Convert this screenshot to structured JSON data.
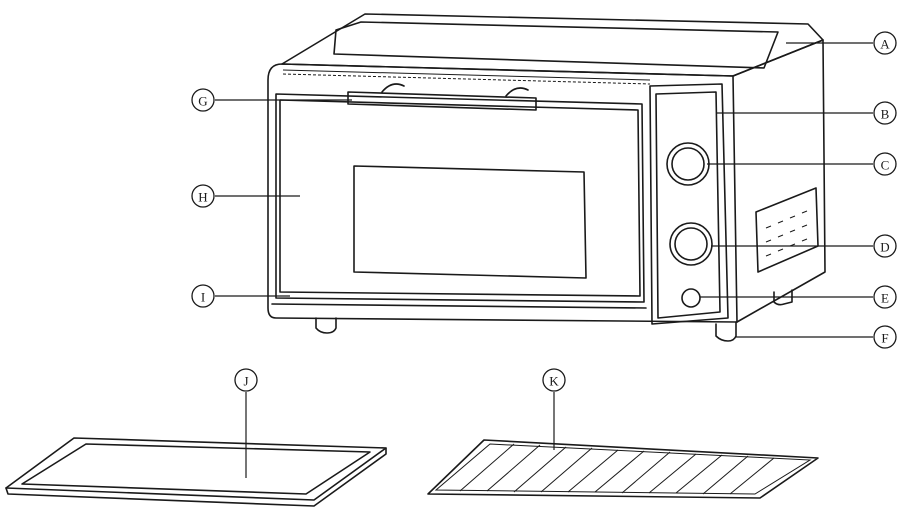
{
  "callouts": [
    {
      "id": "A",
      "letter": "A"
    },
    {
      "id": "B",
      "letter": "B"
    },
    {
      "id": "C",
      "letter": "C"
    },
    {
      "id": "D",
      "letter": "D"
    },
    {
      "id": "E",
      "letter": "E"
    },
    {
      "id": "F",
      "letter": "F"
    },
    {
      "id": "G",
      "letter": "G"
    },
    {
      "id": "H",
      "letter": "H"
    },
    {
      "id": "I",
      "letter": "I"
    },
    {
      "id": "J",
      "letter": "J"
    },
    {
      "id": "K",
      "letter": "K"
    }
  ]
}
